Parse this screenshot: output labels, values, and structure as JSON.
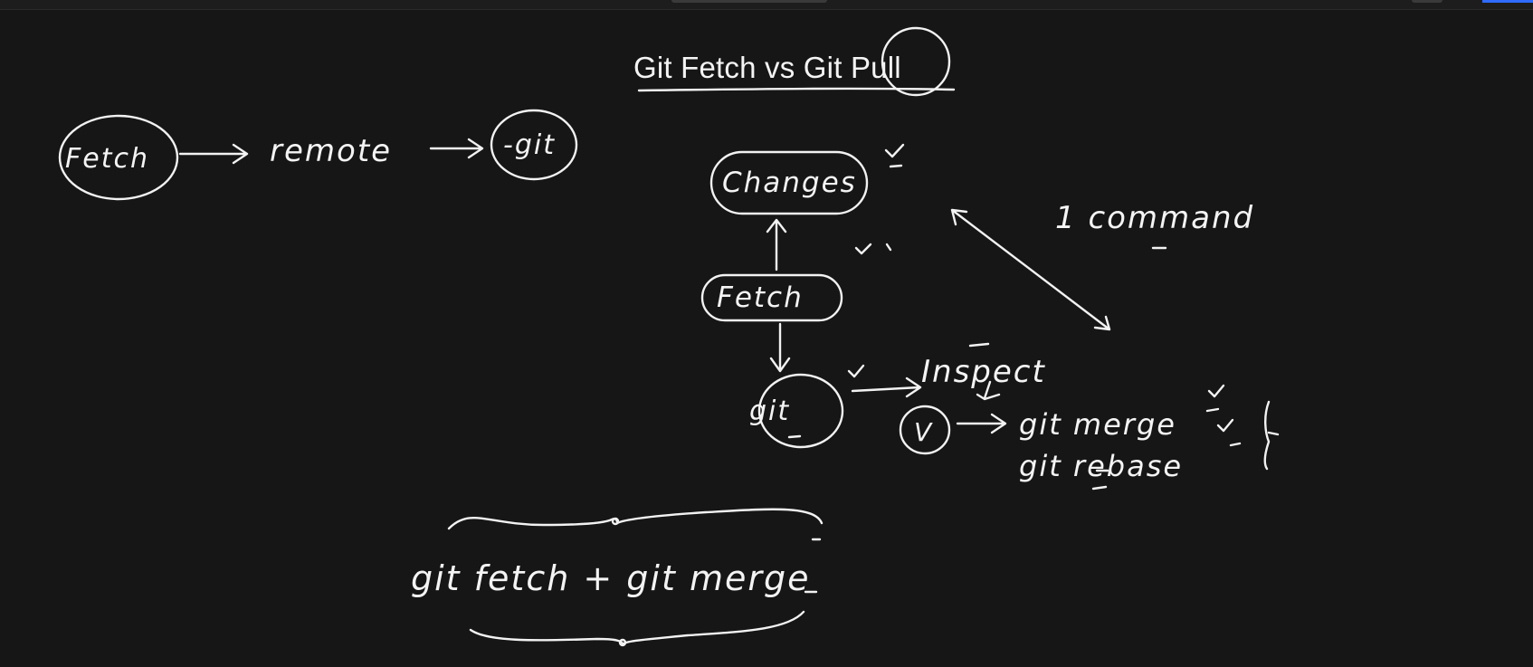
{
  "title": "Git Fetch vs Git Pull",
  "top_flow": {
    "fetch": "Fetch",
    "remote": "remote",
    "git": "-git"
  },
  "diagram": {
    "changes": "Changes",
    "fetch": "Fetch",
    "git": "git",
    "inspect": "Inspect",
    "check": "V",
    "merge": "git merge",
    "rebase": "git rebase",
    "command": "1 command"
  },
  "pull_equation": "git fetch + git merge"
}
